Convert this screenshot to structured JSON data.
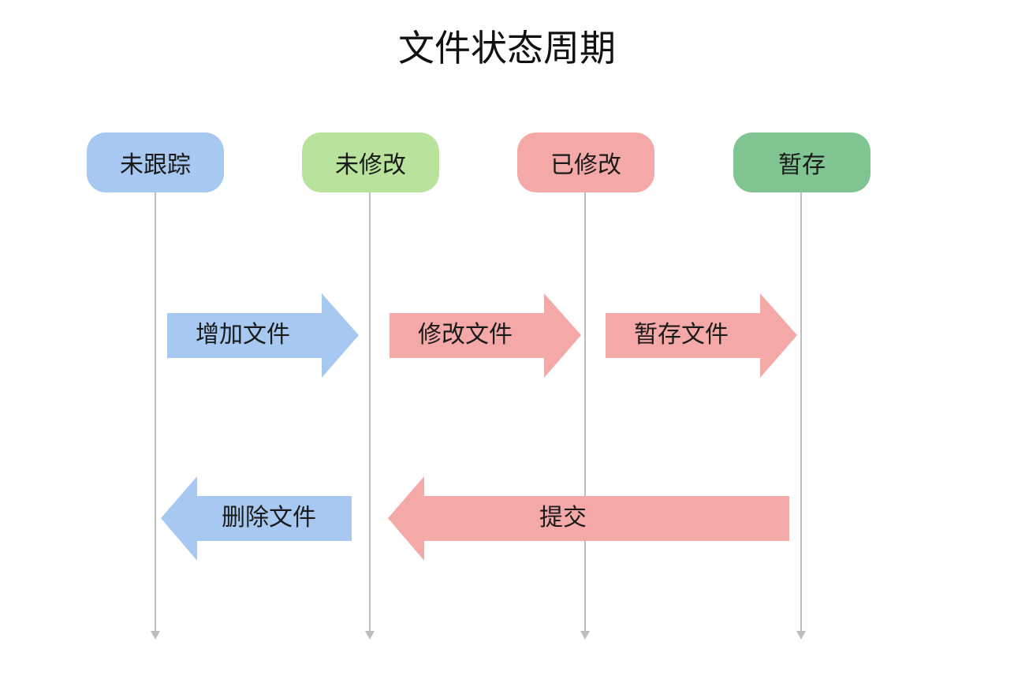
{
  "title": "文件状态周期",
  "states": [
    {
      "id": "untracked",
      "label": "未跟踪",
      "color": "#a7c8f0"
    },
    {
      "id": "unmodified",
      "label": "未修改",
      "color": "#b9e39c"
    },
    {
      "id": "modified",
      "label": "已修改",
      "color": "#f4a9a8"
    },
    {
      "id": "staged",
      "label": "暂存",
      "color": "#80c491"
    }
  ],
  "transitions": [
    {
      "label": "增加文件",
      "from": "未跟踪",
      "to": "未修改",
      "color": "#a7c8f0"
    },
    {
      "label": "修改文件",
      "from": "未修改",
      "to": "已修改",
      "color": "#f4a9a8"
    },
    {
      "label": "暂存文件",
      "from": "已修改",
      "to": "暂存",
      "color": "#f4a9a8"
    },
    {
      "label": "删除文件",
      "from": "未修改",
      "to": "未跟踪",
      "color": "#a7c8f0"
    },
    {
      "label": "提交",
      "from": "暂存",
      "to": "未修改",
      "color": "#f4a9a8"
    }
  ],
  "lifeline_color": "#bdbdbd"
}
